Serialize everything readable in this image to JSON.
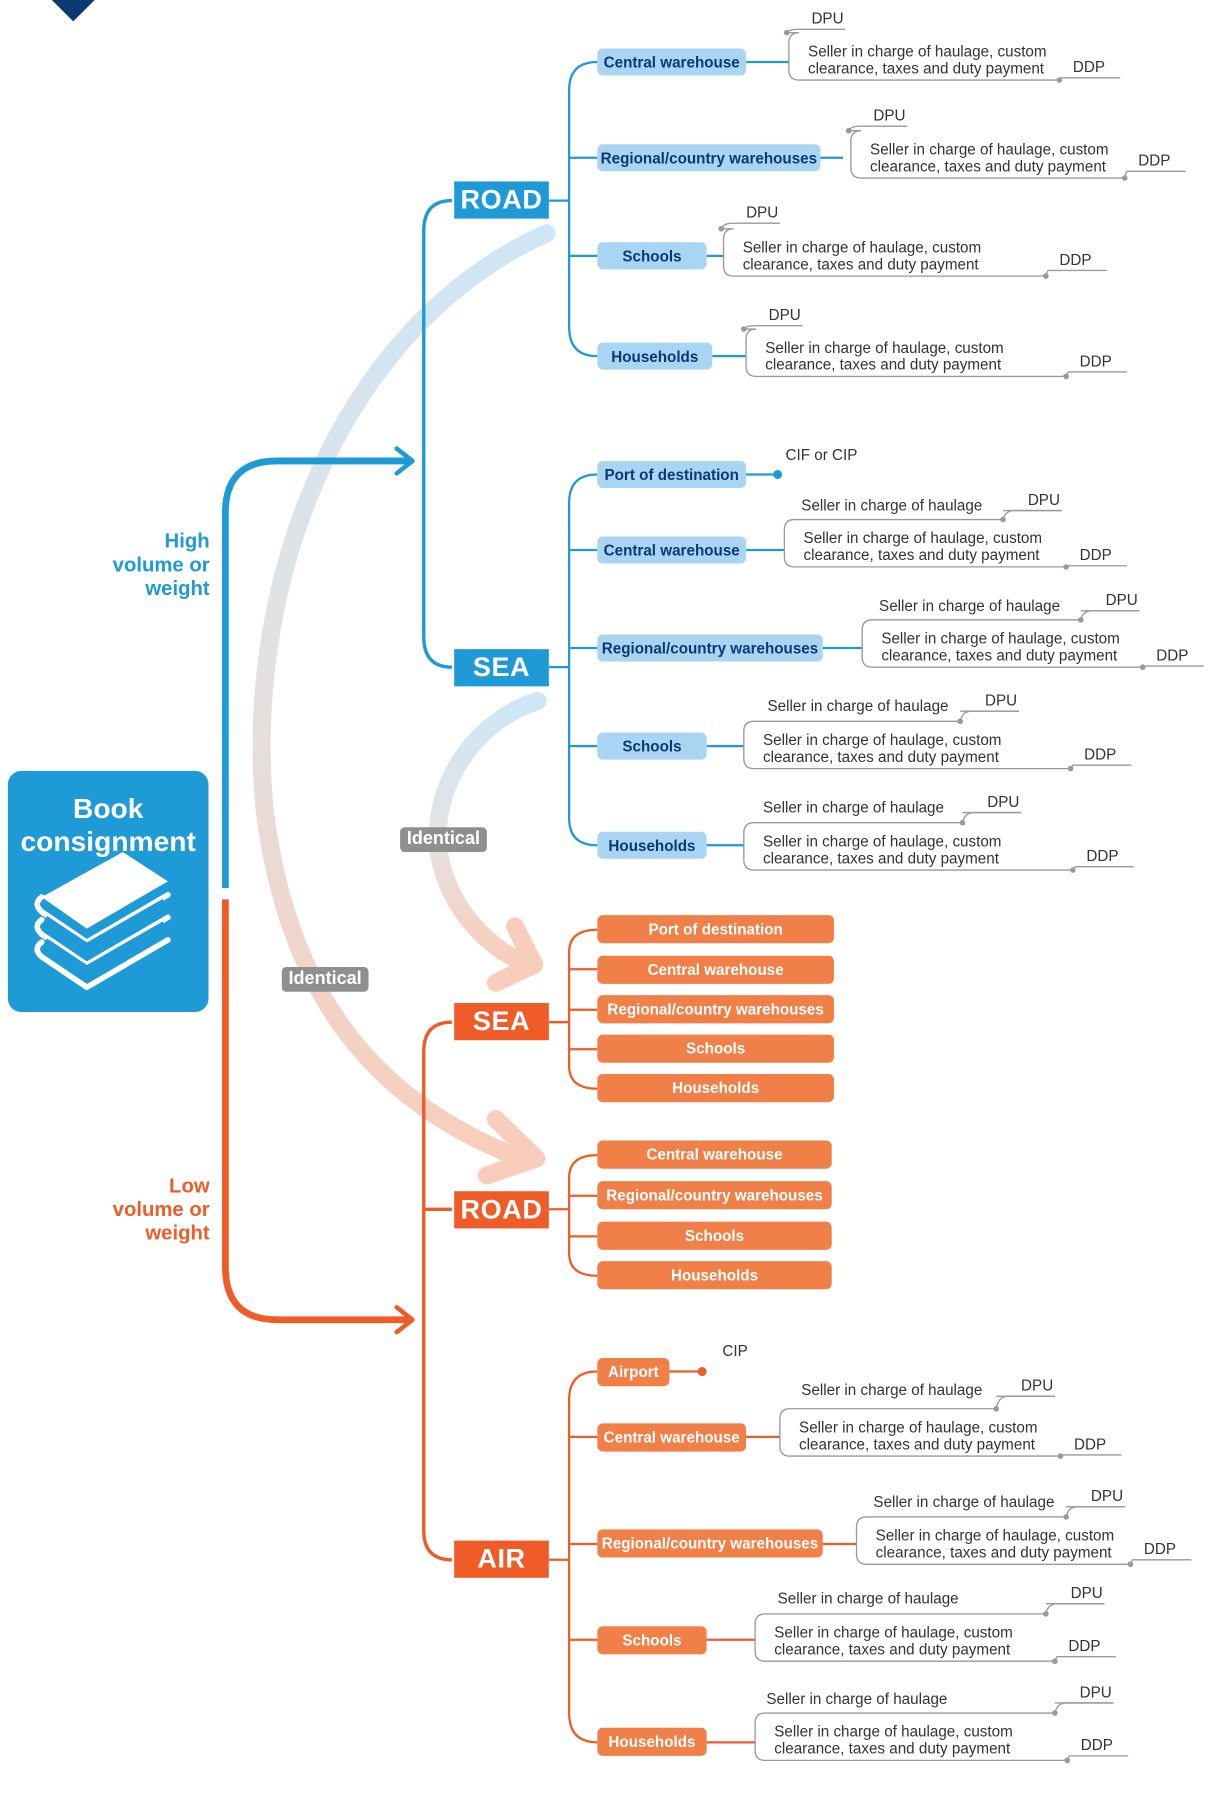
{
  "root": {
    "title_line1": "Book",
    "title_line2": "consignment"
  },
  "volumes": {
    "high": "High volume or weight",
    "high_lines": [
      "High",
      "volume or",
      "weight"
    ],
    "low_lines": [
      "Low",
      "volume or",
      "weight"
    ]
  },
  "identical_label": "Identical",
  "colors": {
    "high_accent": "#1e9ad6",
    "low_accent": "#ef5c28",
    "blue_pill": "#a9d4f2",
    "orange_pill": "#f08047",
    "identical_badge": "#8f8f8f"
  },
  "icons": [
    "chevron-corner-icon",
    "books-stack-icon",
    "arrow-right-icon"
  ],
  "high_volume": {
    "road": {
      "label": "ROAD",
      "destinations": [
        {
          "name": "Central warehouse",
          "above": "DPU",
          "box": [
            "Seller in charge of haulage, custom",
            "clearance, taxes and duty payment"
          ],
          "below": "DDP"
        },
        {
          "name": "Regional/country warehouses",
          "above": "DPU",
          "box": [
            "Seller in charge of haulage, custom",
            "clearance, taxes and duty payment"
          ],
          "below": "DDP"
        },
        {
          "name": "Schools",
          "above": "DPU",
          "box": [
            "Seller in charge of haulage, custom",
            "clearance, taxes and duty payment"
          ],
          "below": "DDP"
        },
        {
          "name": "Households",
          "above": "DPU",
          "box": [
            "Seller in charge of haulage, custom",
            "clearance, taxes and duty payment"
          ],
          "below": "DDP"
        }
      ]
    },
    "sea": {
      "label": "SEA",
      "port": {
        "name": "Port of destination",
        "term": "CIF or CIP"
      },
      "destinations": [
        {
          "name": "Central warehouse",
          "haulage": "Seller in charge of haulage",
          "above": "DPU",
          "box": [
            "Seller in charge of haulage, custom",
            "clearance, taxes and duty payment"
          ],
          "below": "DDP"
        },
        {
          "name": "Regional/country warehouses",
          "haulage": "Seller in charge of haulage",
          "above": "DPU",
          "box": [
            "Seller in charge of haulage, custom",
            "clearance, taxes and duty payment"
          ],
          "below": "DDP"
        },
        {
          "name": "Schools",
          "haulage": "Seller in charge of haulage",
          "above": "DPU",
          "box": [
            "Seller in charge of haulage, custom",
            "clearance, taxes and duty payment"
          ],
          "below": "DDP"
        },
        {
          "name": "Households",
          "haulage": "Seller in charge of haulage",
          "above": "DPU",
          "box": [
            "Seller in charge of haulage, custom",
            "clearance, taxes and duty payment"
          ],
          "below": "DDP"
        }
      ]
    }
  },
  "low_volume": {
    "sea": {
      "label": "SEA",
      "destinations": [
        "Port of destination",
        "Central warehouse",
        "Regional/country warehouses",
        "Schools",
        "Households"
      ]
    },
    "road": {
      "label": "ROAD",
      "destinations": [
        "Central warehouse",
        "Regional/country warehouses",
        "Schools",
        "Households"
      ]
    },
    "air": {
      "label": "AIR",
      "airport": {
        "name": "Airport",
        "term": "CIP"
      },
      "destinations": [
        {
          "name": "Central warehouse",
          "haulage": "Seller in charge of haulage",
          "above": "DPU",
          "box": [
            "Seller in charge of haulage, custom",
            "clearance, taxes and duty payment"
          ],
          "below": "DDP"
        },
        {
          "name": "Regional/country warehouses",
          "haulage": "Seller in charge of haulage",
          "above": "DPU",
          "box": [
            "Seller in charge of haulage, custom",
            "clearance, taxes and duty payment"
          ],
          "below": "DDP"
        },
        {
          "name": "Schools",
          "haulage": "Seller in charge of haulage",
          "above": "DPU",
          "box": [
            "Seller in charge of haulage, custom",
            "clearance, taxes and duty payment"
          ],
          "below": "DDP"
        },
        {
          "name": "Households",
          "haulage": "Seller in charge of haulage",
          "above": "DPU",
          "box": [
            "Seller in charge of haulage, custom",
            "clearance, taxes and duty payment"
          ],
          "below": "DDP"
        }
      ]
    }
  }
}
